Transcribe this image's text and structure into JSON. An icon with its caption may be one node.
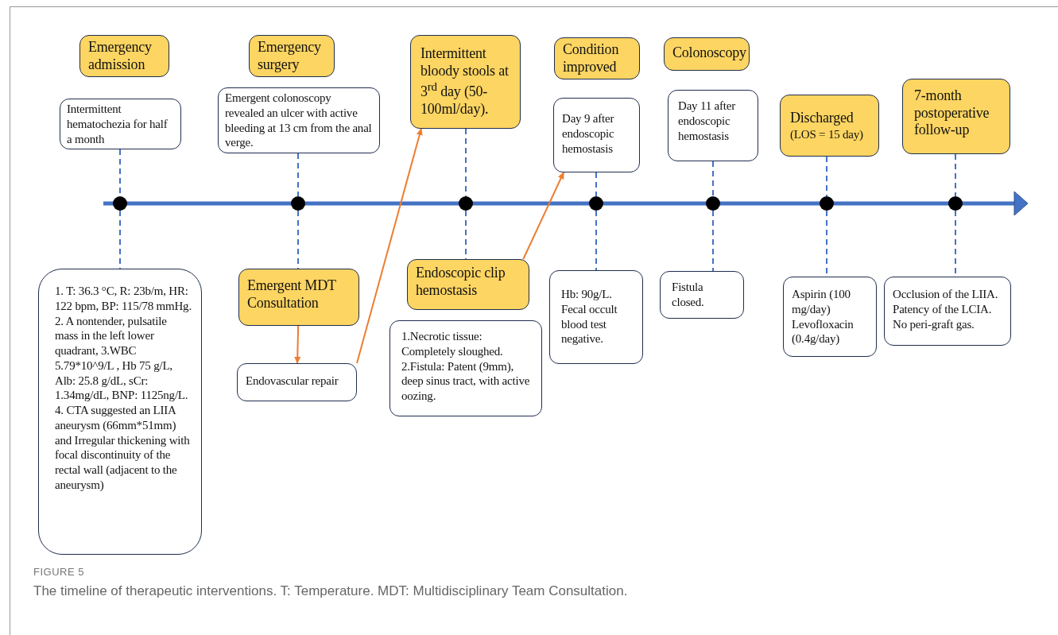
{
  "diagram": {
    "caption": "The timeline of therapeutic interventions. T: Temperature. MDT: Multidisciplinary Team Consultation.",
    "nodes": [
      {
        "text": [
          "Emergency admission"
        ]
      },
      {
        "text": [
          "Intermittent hematochezia for half a month"
        ]
      },
      {
        "text": [
          "Emergency surgery"
        ]
      },
      {
        "text": [
          "Emergent colonoscopy revealed an ulcer with active bleeding at 13 cm from the anal verge."
        ]
      },
      {
        "text": [
          "Intermittent bloody stools at 3$^{rd}$ day (50-100ml/day)."
        ]
      },
      {
        "text": [
          "Condition improved"
        ]
      },
      {
        "text": [
          "Day 9 after endoscopic hemostasis"
        ]
      },
      {
        "text": [
          "Colonoscopy"
        ]
      },
      {
        "text": [
          "Day 11 after endoscopic hemostasis"
        ]
      },
      {
        "text": [
          "Discharged",
          "(LOS = 15 day)"
        ]
      },
      {
        "text": [
          "7-month postoperative follow-up"
        ]
      },
      {
        "text": [],
        "shape": "circle"
      },
      {
        "text": [],
        "shape": "circle"
      },
      {
        "text": [],
        "shape": "circle"
      },
      {
        "text": [],
        "shape": "circle"
      },
      {
        "text": [],
        "shape": "circle"
      },
      {
        "text": [],
        "shape": "circle"
      },
      {
        "text": [],
        "shape": "circle"
      },
      {
        "text": [
          "1. T: 36.3 °C, R: 23b/m, HR: 122 bpm, BP: 115/78 mmHg. 2. A nontender, pulsatile mass in the left lower quadrant, 3.WBC 5.79*10^9/L , Hb 75 g/L, Alb: 25.8 g/dL, sCr: 1.34mg/dL, BNP: 1125ng/L. 4. CTA suggested an LIIA aneurysm (66mm*51mm) and Irregular thickening with focal discontinuity of the rectal wall (adjacent to the aneurysm)"
        ]
      },
      {
        "text": [
          "Emergent MDT Consultation"
        ]
      },
      {
        "text": [
          "Endovascular repair"
        ]
      },
      {
        "text": [
          "Endoscopic clip hemostasis"
        ]
      },
      {
        "text": [
          "1.Necrotic tissue: Completely sloughed. 2.Fistula: Patent (9mm), deep sinus tract, with active oozing."
        ]
      },
      {
        "text": [
          "Hb: 90g/L. Fecal occult blood test negative."
        ]
      },
      {
        "text": [
          "Fistula closed."
        ]
      },
      {
        "text": [
          "Aspirin (100 mg/day) Levofloxacin (0.4g/day)"
        ]
      },
      {
        "text": [
          "Occlusion of the LIIA. Patency of the LCIA. No peri-graft gas."
        ]
      }
    ],
    "edges": [
      {
        "from": 1,
        "to": 11,
        "arrow": "none",
        "style": "dashed"
      },
      {
        "from": 11,
        "to": 18,
        "arrow": "none",
        "style": "dashed"
      },
      {
        "from": 3,
        "to": 12,
        "arrow": "none",
        "style": "dashed"
      },
      {
        "from": 12,
        "to": 19,
        "arrow": "none",
        "style": "dashed"
      },
      {
        "from": 4,
        "to": 13,
        "arrow": "none",
        "style": "dashed"
      },
      {
        "from": 13,
        "to": 21,
        "arrow": "none",
        "style": "dashed"
      },
      {
        "from": 6,
        "to": 14,
        "arrow": "none",
        "style": "dashed"
      },
      {
        "from": 14,
        "to": 23,
        "arrow": "none",
        "style": "dashed"
      },
      {
        "from": 8,
        "to": 15,
        "arrow": "none",
        "style": "dashed"
      },
      {
        "from": 15,
        "to": 24,
        "arrow": "none",
        "style": "dashed"
      },
      {
        "from": 9,
        "to": 16,
        "arrow": "none",
        "style": "dashed"
      },
      {
        "from": 16,
        "to": 25,
        "arrow": "none",
        "style": "dashed"
      },
      {
        "from": 10,
        "to": 17,
        "arrow": "none",
        "style": "dashed"
      },
      {
        "from": 17,
        "to": 26,
        "arrow": "none",
        "style": "dashed"
      },
      {
        "from": 19,
        "to": 20,
        "arrow": "to",
        "color": "#ed7d31"
      },
      {
        "from": 20,
        "to": 4,
        "arrow": "to",
        "color": "#ed7d31"
      },
      {
        "from": 21,
        "to": 6,
        "arrow": "to",
        "color": "#ed7d31"
      }
    ],
    "labels": [
      "FIGURE 5"
    ]
  }
}
